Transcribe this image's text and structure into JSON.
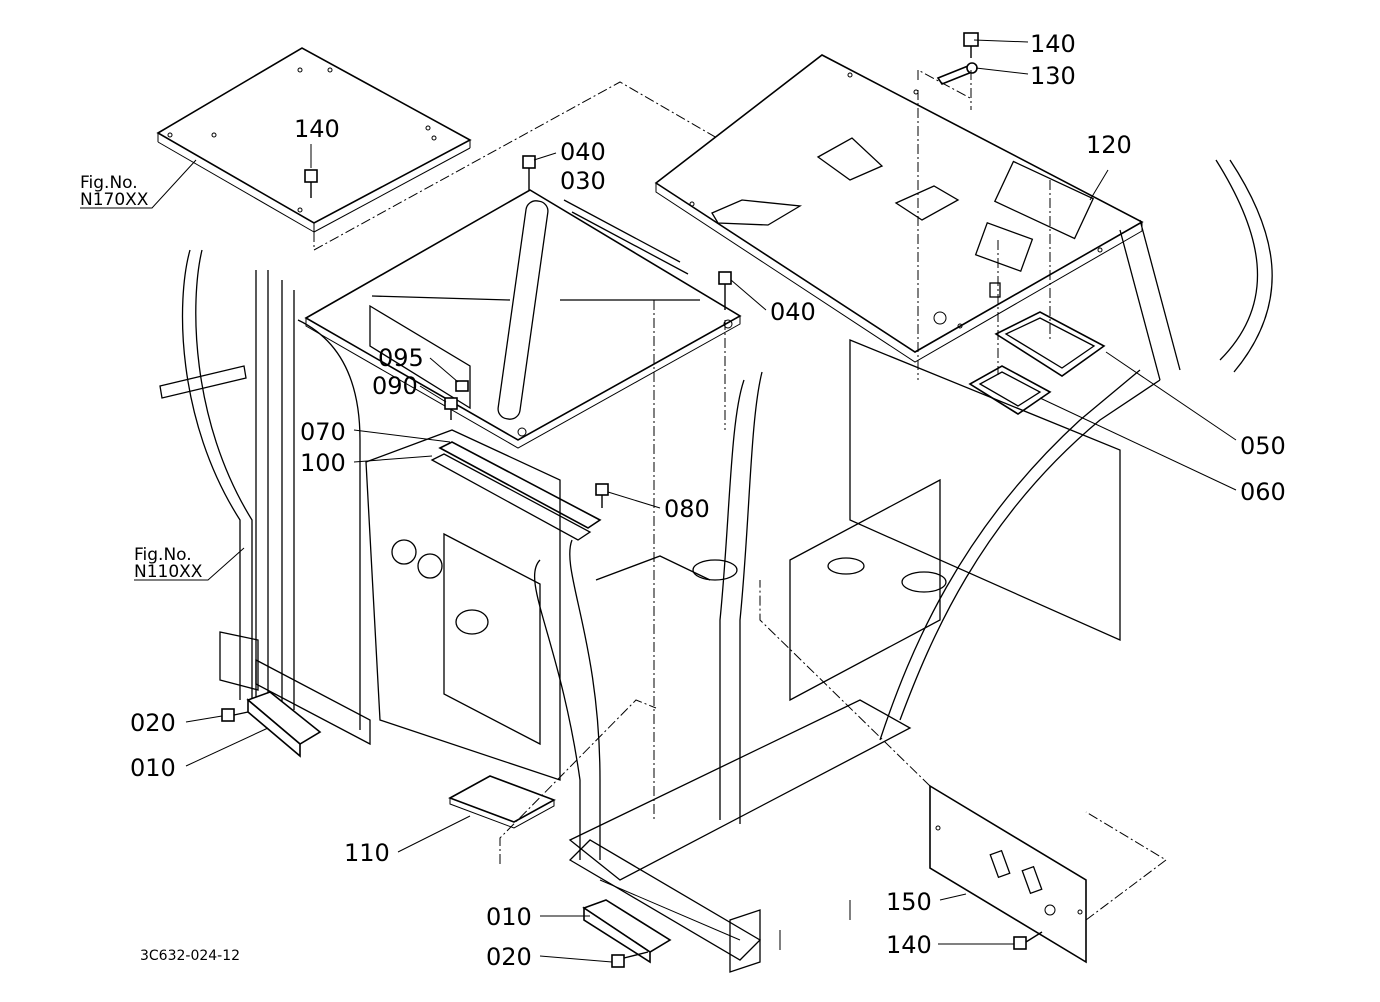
{
  "drawing_code": "3C632-024-12",
  "fig_refs": [
    {
      "id": "n170",
      "title": "Fig.No.",
      "number": "N170XX"
    },
    {
      "id": "n110",
      "title": "Fig.No.",
      "number": "N110XX"
    }
  ],
  "callouts": {
    "c140a": "140",
    "c130": "130",
    "c140b": "140",
    "c040a": "040",
    "c030": "030",
    "c120": "120",
    "c040b": "040",
    "c095": "095",
    "c090": "090",
    "c070": "070",
    "c100": "100",
    "c080": "080",
    "c050": "050",
    "c060": "060",
    "c020a": "020",
    "c010a": "010",
    "c110": "110",
    "c150": "150",
    "c140c": "140",
    "c010b": "010",
    "c020b": "020"
  }
}
